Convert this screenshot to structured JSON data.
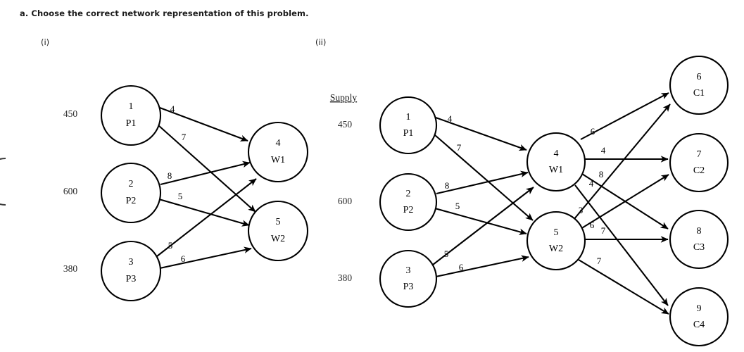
{
  "page": {
    "prompt": "a. Choose the correct network representation of this problem."
  },
  "diagrams": [
    {
      "id": "i",
      "roman_label": "(i)",
      "supply_values": [
        "450",
        "600",
        "380"
      ],
      "nodes": [
        {
          "key": "p1",
          "number": "1",
          "name": "P1"
        },
        {
          "key": "p2",
          "number": "2",
          "name": "P2"
        },
        {
          "key": "p3",
          "number": "3",
          "name": "P3"
        },
        {
          "key": "w1",
          "number": "4",
          "name": "W1"
        },
        {
          "key": "w2",
          "number": "5",
          "name": "W2"
        }
      ],
      "edges": [
        {
          "from": "P1",
          "to": "W1",
          "cost": "4"
        },
        {
          "from": "P1",
          "to": "W2",
          "cost": "7"
        },
        {
          "from": "P2",
          "to": "W1",
          "cost": "8"
        },
        {
          "from": "P2",
          "to": "W2",
          "cost": "5"
        },
        {
          "from": "P3",
          "to": "W1",
          "cost": "5"
        },
        {
          "from": "P3",
          "to": "W2",
          "cost": "6"
        }
      ]
    },
    {
      "id": "ii",
      "roman_label": "(ii)",
      "supply_header": "Supply",
      "supply_values": [
        "450",
        "600",
        "380"
      ],
      "nodes": [
        {
          "key": "p1",
          "number": "1",
          "name": "P1"
        },
        {
          "key": "p2",
          "number": "2",
          "name": "P2"
        },
        {
          "key": "p3",
          "number": "3",
          "name": "P3"
        },
        {
          "key": "w1",
          "number": "4",
          "name": "W1"
        },
        {
          "key": "w2",
          "number": "5",
          "name": "W2"
        },
        {
          "key": "c1",
          "number": "6",
          "name": "C1"
        },
        {
          "key": "c2",
          "number": "7",
          "name": "C2"
        },
        {
          "key": "c3",
          "number": "8",
          "name": "C3"
        },
        {
          "key": "c4",
          "number": "9",
          "name": "C4"
        }
      ],
      "edges": [
        {
          "from": "P1",
          "to": "W1",
          "cost": "4"
        },
        {
          "from": "P1",
          "to": "W2",
          "cost": "7"
        },
        {
          "from": "P2",
          "to": "W1",
          "cost": "8"
        },
        {
          "from": "P2",
          "to": "W2",
          "cost": "5"
        },
        {
          "from": "P3",
          "to": "W1",
          "cost": "5"
        },
        {
          "from": "P3",
          "to": "W2",
          "cost": "6"
        },
        {
          "from": "W1",
          "to": "C1",
          "cost": "6"
        },
        {
          "from": "W1",
          "to": "C2",
          "cost": "4"
        },
        {
          "from": "W1",
          "to": "C3",
          "cost": "8"
        },
        {
          "from": "W1",
          "to": "C4",
          "cost": "4"
        },
        {
          "from": "W2",
          "to": "C1",
          "cost": "3"
        },
        {
          "from": "W2",
          "to": "C2",
          "cost": "6"
        },
        {
          "from": "W2",
          "to": "C3",
          "cost": "7"
        },
        {
          "from": "W2",
          "to": "C4",
          "cost": "7"
        }
      ]
    }
  ]
}
